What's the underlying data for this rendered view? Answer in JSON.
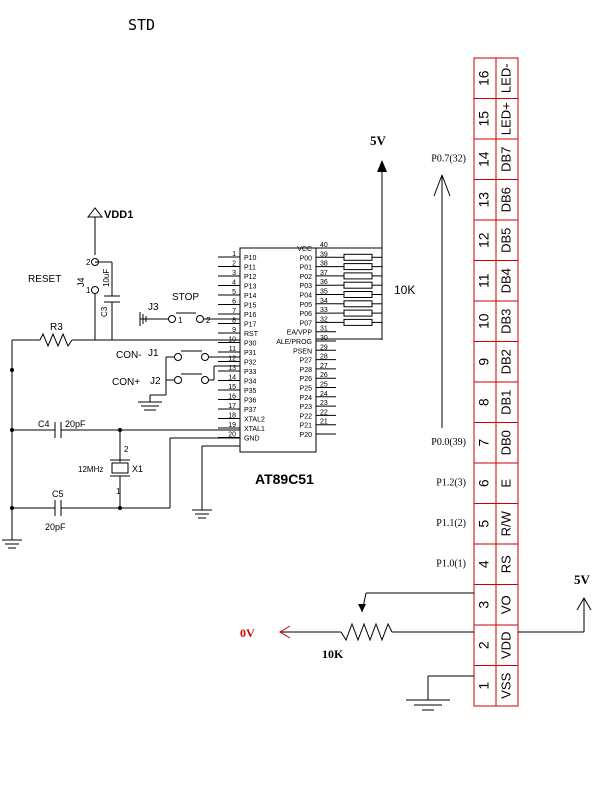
{
  "title": "STD",
  "mcu": {
    "name": "AT89C51",
    "left_pins": [
      {
        "num": "1",
        "label": "P10"
      },
      {
        "num": "2",
        "label": "P11"
      },
      {
        "num": "3",
        "label": "P12"
      },
      {
        "num": "4",
        "label": "P13"
      },
      {
        "num": "5",
        "label": "P14"
      },
      {
        "num": "6",
        "label": "P15"
      },
      {
        "num": "7",
        "label": "P16"
      },
      {
        "num": "8",
        "label": "P17"
      },
      {
        "num": "9",
        "label": "RST"
      },
      {
        "num": "10",
        "label": "P30"
      },
      {
        "num": "11",
        "label": "P31"
      },
      {
        "num": "12",
        "label": "P32"
      },
      {
        "num": "13",
        "label": "P33"
      },
      {
        "num": "14",
        "label": "P34"
      },
      {
        "num": "15",
        "label": "P35"
      },
      {
        "num": "16",
        "label": "P36"
      },
      {
        "num": "17",
        "label": "P37"
      },
      {
        "num": "18",
        "label": "XTAL2"
      },
      {
        "num": "19",
        "label": "XTAL1"
      },
      {
        "num": "20",
        "label": "GND"
      }
    ],
    "right_pins": [
      {
        "num": "40",
        "label": "VCC"
      },
      {
        "num": "39",
        "label": "P00"
      },
      {
        "num": "38",
        "label": "P01"
      },
      {
        "num": "37",
        "label": "P02"
      },
      {
        "num": "36",
        "label": "P03"
      },
      {
        "num": "35",
        "label": "P04"
      },
      {
        "num": "34",
        "label": "P05"
      },
      {
        "num": "33",
        "label": "P06"
      },
      {
        "num": "32",
        "label": "P07"
      },
      {
        "num": "31",
        "label": "EA/VPP"
      },
      {
        "num": "30",
        "label": "ALE/PROG"
      },
      {
        "num": "29",
        "label": "PSEN"
      },
      {
        "num": "28",
        "label": "P27"
      },
      {
        "num": "27",
        "label": "P28"
      },
      {
        "num": "26",
        "label": "P26"
      },
      {
        "num": "25",
        "label": "P25"
      },
      {
        "num": "24",
        "label": "P24"
      },
      {
        "num": "23",
        "label": "P23"
      },
      {
        "num": "22",
        "label": "P22"
      },
      {
        "num": "21",
        "label": "P21"
      },
      {
        "num": "",
        "label": "P20"
      }
    ]
  },
  "labels": {
    "vdd1": "VDD1",
    "reset": "RESET",
    "j4": "J4",
    "j4_pin1": "1",
    "j4_pin2": "2",
    "c3": "C3",
    "c3_value": "10uF",
    "j3": "J3",
    "stop": "STOP",
    "stop_pin1": "1",
    "stop_pin2": "2",
    "r3": "R3",
    "j1": "J1",
    "j2": "J2",
    "con_minus": "CON-",
    "con_plus": "CON+",
    "c4": "C4",
    "c4_value": "20pF",
    "c5": "C5",
    "c5_value": "20pF",
    "crystal": "12MHz",
    "x1": "X1",
    "x1_pin1": "1",
    "x1_pin2": "2",
    "supply_top": "5V",
    "resistor_array": "10K",
    "supply_right": "5V",
    "pot_value": "10K",
    "zero_v": "0V"
  },
  "lcd": {
    "pins": [
      {
        "num": "16",
        "name": "LED-",
        "signal": ""
      },
      {
        "num": "15",
        "name": "LED+",
        "signal": ""
      },
      {
        "num": "14",
        "name": "DB7",
        "signal": "P0.7(32)"
      },
      {
        "num": "13",
        "name": "DB6",
        "signal": ""
      },
      {
        "num": "12",
        "name": "DB5",
        "signal": ""
      },
      {
        "num": "11",
        "name": "DB4",
        "signal": ""
      },
      {
        "num": "10",
        "name": "DB3",
        "signal": ""
      },
      {
        "num": "9",
        "name": "DB2",
        "signal": ""
      },
      {
        "num": "8",
        "name": "DB1",
        "signal": ""
      },
      {
        "num": "7",
        "name": "DB0",
        "signal": "P0.0(39)"
      },
      {
        "num": "6",
        "name": "E",
        "signal": "P1.2(3)"
      },
      {
        "num": "5",
        "name": "R/W",
        "signal": "P1.1(2)"
      },
      {
        "num": "4",
        "name": "RS",
        "signal": "P1.0(1)"
      },
      {
        "num": "3",
        "name": "VO",
        "signal": ""
      },
      {
        "num": "2",
        "name": "VDD",
        "signal": ""
      },
      {
        "num": "1",
        "name": "VSS",
        "signal": ""
      }
    ]
  },
  "colors": {
    "wire": "#000000",
    "lcd": "#cc0000",
    "zero_v": "#cc0000"
  }
}
